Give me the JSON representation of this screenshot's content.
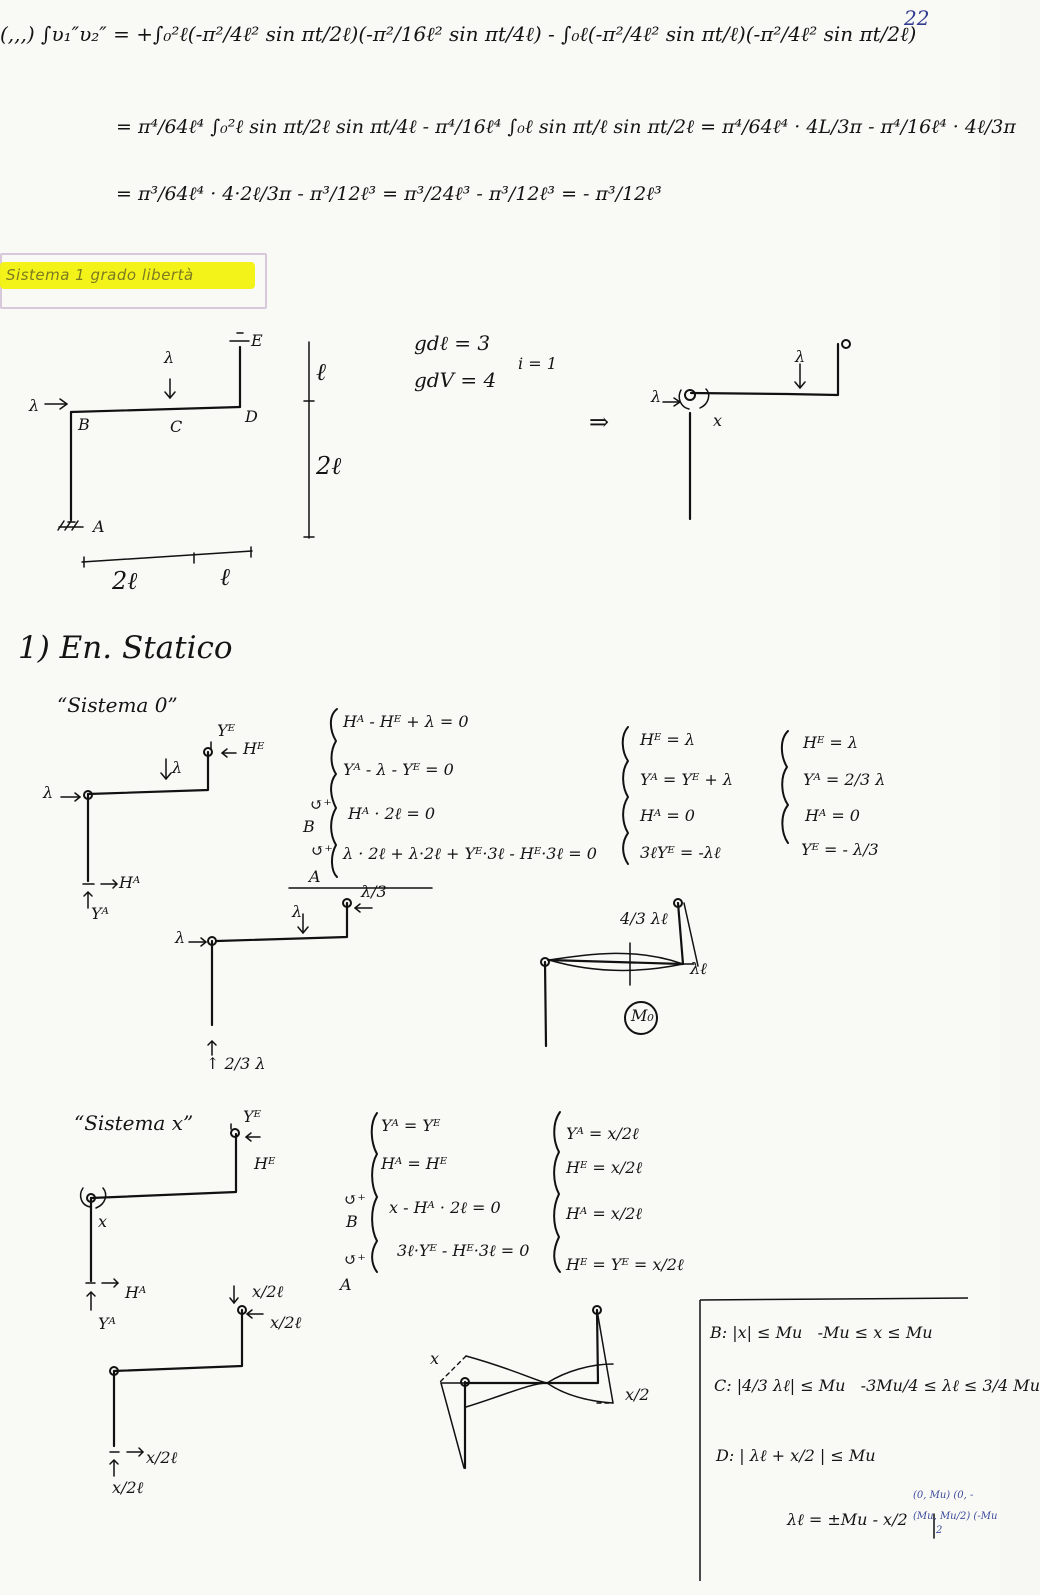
{
  "page": {
    "number": "22"
  },
  "equations_top": {
    "line1": "(,,,) ∫υ₁″υ₂″ = +∫₀²ℓ(-π²/4ℓ² sin πt/2ℓ)(-π²/16ℓ² sin πt/4ℓ) - ∫₀ℓ(-π²/4ℓ² sin πt/ℓ)(-π²/4ℓ² sin πt/2ℓ)",
    "line2": "= π⁴/64ℓ⁴ ∫₀²ℓ sin πt/2ℓ sin πt/4ℓ - π⁴/16ℓ⁴ ∫₀ℓ sin πt/ℓ sin πt/2ℓ = π⁴/64ℓ⁴ · 4L/3π - π⁴/16ℓ⁴ · 4ℓ/3π",
    "line3": "= π³/64ℓ⁴ · 4·2ℓ/3π - π³/12ℓ³ = π³/24ℓ³ - π³/12ℓ³ = - π³/12ℓ³"
  },
  "highlight": {
    "text": "Sistema 1 grado libertà"
  },
  "structure_1": {
    "lambda_left": "λ",
    "lambda_top": "λ",
    "b": "B",
    "c": "C",
    "d": "D",
    "e": "E",
    "a": "A",
    "dim_l_vertical": "ℓ",
    "dim_2l_vertical": "2ℓ",
    "dim_2l_horizontal": "2ℓ",
    "dim_l_horizontal": "ℓ",
    "gdl": "gdℓ = 3",
    "gdv": "gdV = 4",
    "i": "i = 1",
    "arrow": "⇒",
    "x": "x",
    "lambda_right_1": "λ",
    "lambda_right_2": "λ"
  },
  "section": {
    "title": "1) En. Statico",
    "system0": "“Sistema 0”"
  },
  "system0": {
    "ye": "Yᴱ",
    "he": "Hᴱ",
    "lambda_left": "λ",
    "lambda_load": "λ",
    "ha": "Hᴬ",
    "ya": "Yᴬ",
    "eq1": "Hᴬ - Hᴱ + λ = 0",
    "eq2": "Yᴬ - λ - Yᴱ = 0",
    "eq3": "Hᴬ · 2ℓ = 0",
    "eq4": "λ · 2ℓ + λ·2ℓ + Yᴱ·3ℓ - Hᴱ·3ℓ = 0",
    "moment_b": "↺⁺",
    "moment_b_label": "B",
    "moment_a": "↺⁺",
    "moment_a_label": "A",
    "sol1": "Hᴱ = λ",
    "sol2": "Yᴬ = Yᴱ + λ",
    "sol3": "Hᴬ = 0",
    "sol4": "3ℓYᴱ = -λℓ",
    "final1": "Hᴱ = λ",
    "final2": "Yᴬ = 2/3 λ",
    "final3": "Hᴬ = 0",
    "final4": "Yᴱ = - λ/3",
    "lambda_over_3": "λ/3",
    "lambda_load_2": "λ",
    "lambda_left_2": "λ",
    "ya_2": "↑ 2/3 λ",
    "diagram_43": "4/3 λℓ",
    "diagram_l": "λℓ",
    "m0": "M₀"
  },
  "systemx": {
    "title": "“Sistema x”",
    "ye": "Yᴱ",
    "he": "Hᴱ",
    "x": "x",
    "ha": "Hᴬ",
    "ya": "Yᴬ",
    "eq1": "Yᴬ = Yᴱ",
    "eq2": "Hᴬ = Hᴱ",
    "eq3": "x - Hᴬ · 2ℓ = 0",
    "eq4": "3ℓ·Yᴱ - Hᴱ·3ℓ = 0",
    "moment_b": "↺⁺",
    "moment_b_label": "B",
    "moment_a": "↺⁺",
    "moment_a_label": "A",
    "sol1": "Yᴬ = x/2ℓ",
    "sol2": "Hᴱ = x/2ℓ",
    "sol3": "Hᴬ = x/2ℓ",
    "sol4": "Hᴱ = Yᴱ = x/2ℓ",
    "x2l_1": "x/2ℓ",
    "x2l_2": "x/2ℓ",
    "x2l_3": "x/2ℓ",
    "x2l_4": "x/2ℓ",
    "diagram_x": "x",
    "diagram_x2": "x/2"
  },
  "box": {
    "b": "B: |x| ≤ Mu   -Mu ≤ x ≤ Mu",
    "c": "C: |4/3 λℓ| ≤ Mu   -3Mu/4 ≤ λℓ ≤ 3/4 Mu",
    "d": "D: | λℓ + x/2 | ≤ Mu",
    "eq": "λℓ = ±Mu - x/2",
    "corner1": "(0, Mu) (0, -",
    "corner2": "(Mu, Mu/2) (-Mu",
    "corner3": "2"
  }
}
